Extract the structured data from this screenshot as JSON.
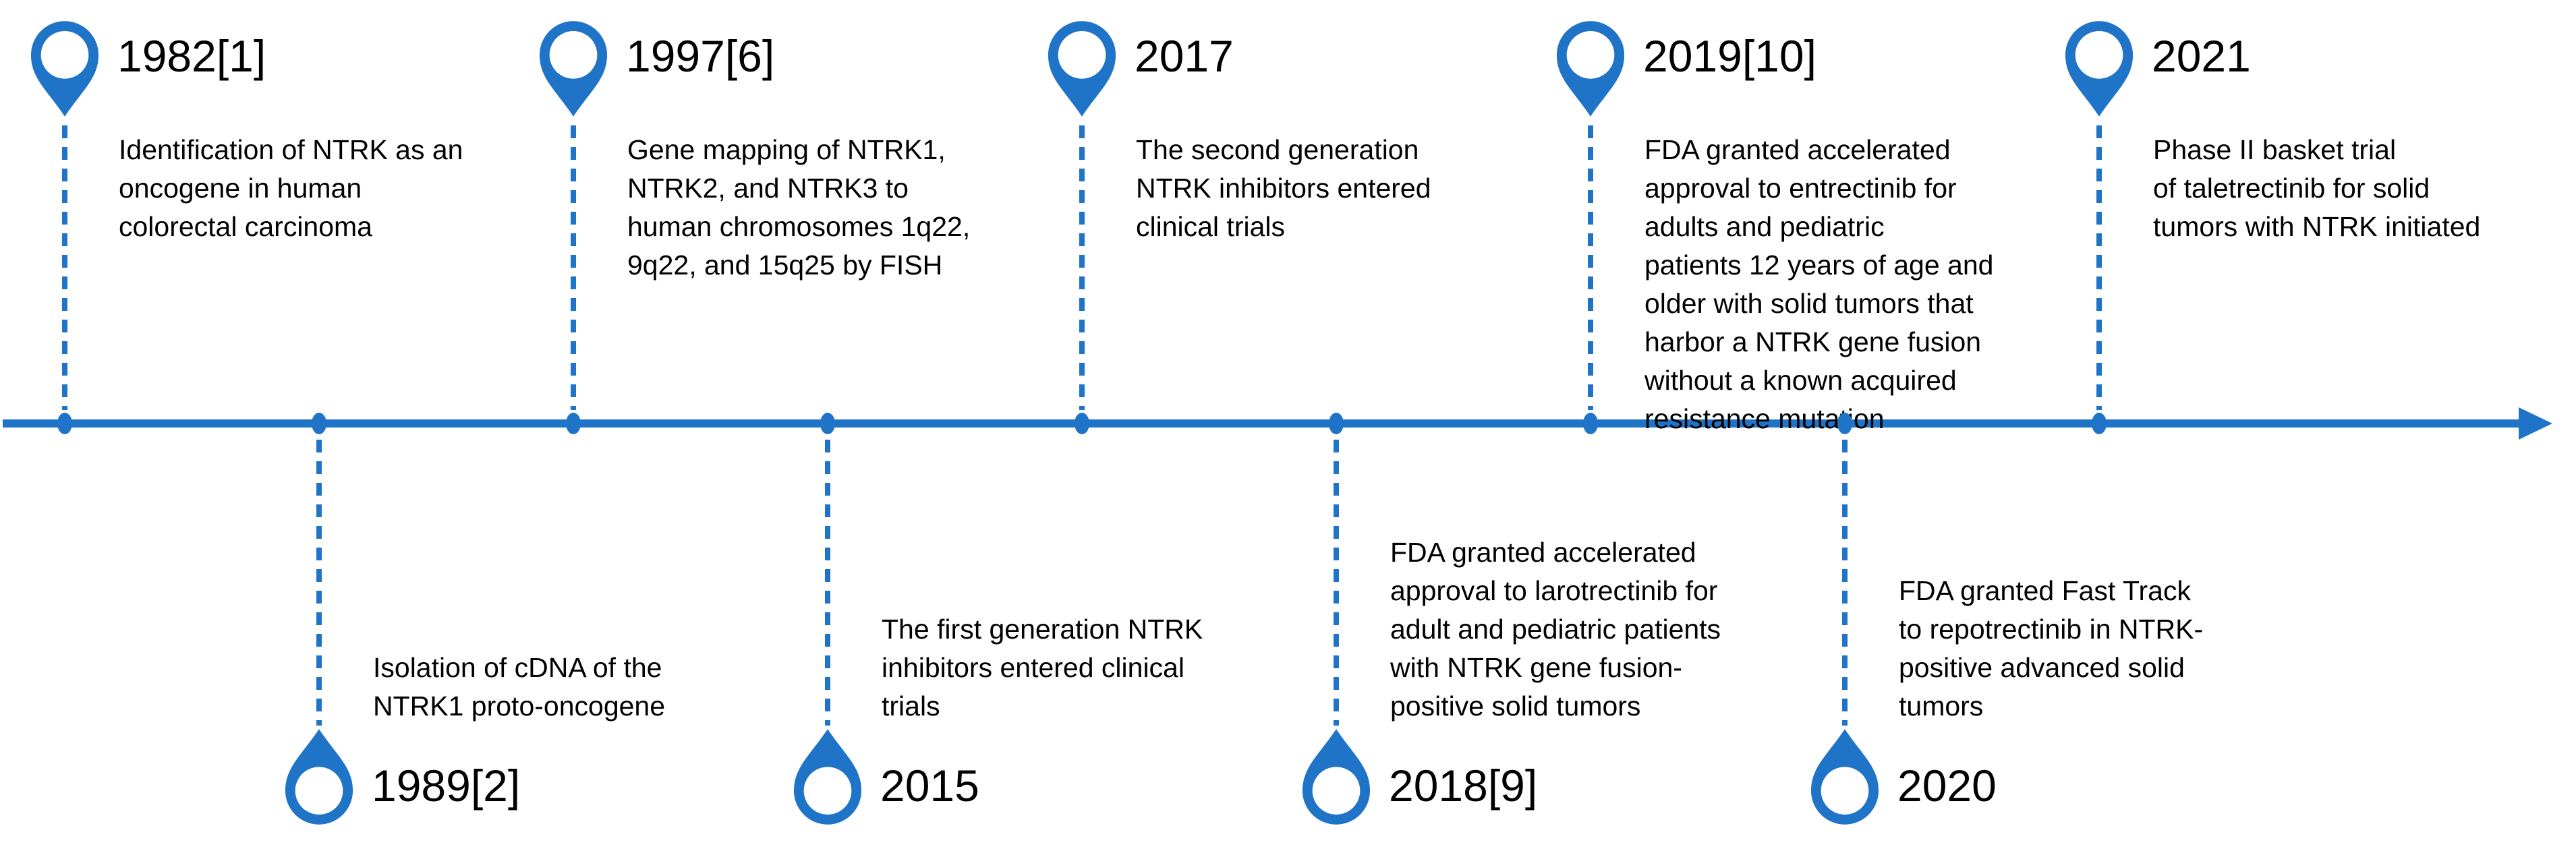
{
  "colors": {
    "accent": "#1F74C7",
    "text": "#000000",
    "background": "#FFFFFF"
  },
  "timeline": {
    "orientation": "horizontal",
    "arrow_direction": "right",
    "marker_count": 9
  },
  "entries": [
    {
      "year": "1982[1]",
      "side": "top",
      "description": "Identification of NTRK as an\noncogene in human\ncolorectal carcinoma"
    },
    {
      "year": "1989[2]",
      "side": "bottom",
      "description": "Isolation of cDNA of the\nNTRK1 proto-oncogene"
    },
    {
      "year": "1997[6]",
      "side": "top",
      "description": "Gene mapping of NTRK1,\nNTRK2, and NTRK3 to\nhuman chromosomes 1q22,\n9q22, and 15q25 by FISH"
    },
    {
      "year": "2015",
      "side": "bottom",
      "description": "The first generation NTRK\ninhibitors entered clinical\ntrials"
    },
    {
      "year": "2017",
      "side": "top",
      "description": "The second generation\nNTRK inhibitors entered\nclinical trials"
    },
    {
      "year": "2018[9]",
      "side": "bottom",
      "description": "FDA granted accelerated\napproval to larotrectinib for\nadult and pediatric patients\nwith NTRK gene fusion-\npositive solid tumors"
    },
    {
      "year": "2019[10]",
      "side": "top",
      "description": "FDA granted accelerated\napproval to entrectinib for\nadults and pediatric\npatients 12 years of age and\nolder with solid tumors that\nharbor a NTRK gene fusion\nwithout a known acquired\nresistance mutation"
    },
    {
      "year": "2020",
      "side": "bottom",
      "description": "FDA granted Fast Track\nto repotrectinib in NTRK-\npositive advanced solid\ntumors"
    },
    {
      "year": "2021",
      "side": "top",
      "description": "Phase II basket trial\nof taletrectinib for solid\ntumors with NTRK initiated"
    }
  ]
}
